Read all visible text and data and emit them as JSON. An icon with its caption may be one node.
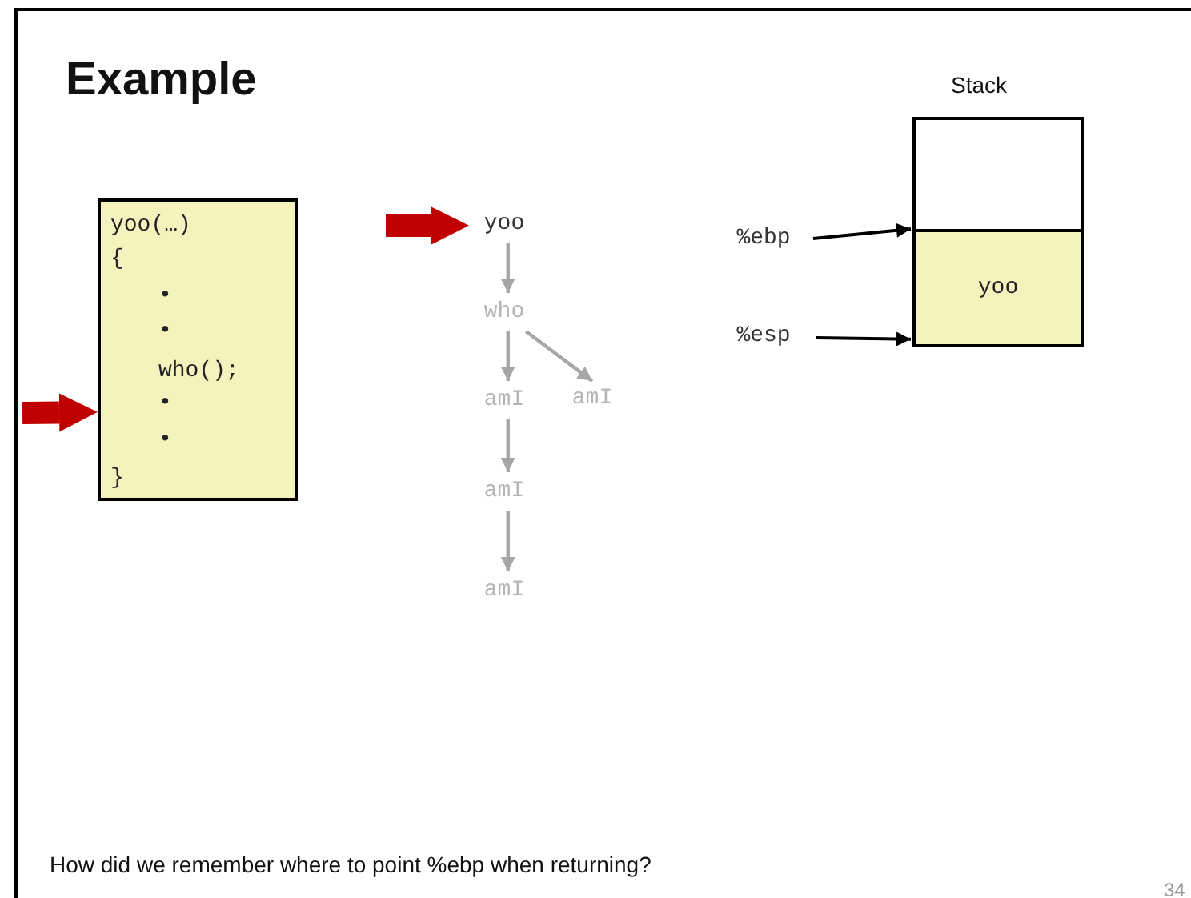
{
  "diagram": {
    "title": "Example",
    "nodes": [
      {
        "text": [
          "yoo(…)",
          "{",
          "•",
          "•",
          "who();",
          "•",
          "•",
          "}"
        ]
      },
      {
        "text": [
          "yoo"
        ]
      },
      {
        "text": [
          "who"
        ]
      },
      {
        "text": [
          "amI"
        ]
      },
      {
        "text": [
          "amI"
        ]
      },
      {
        "text": [
          "amI"
        ]
      },
      {
        "text": [
          "amI"
        ]
      },
      {
        "text": [],
        "shape": "box"
      },
      {
        "text": [
          "yoo"
        ]
      },
      {
        "text": [
          "%ebp"
        ]
      },
      {
        "text": [
          "%esp"
        ]
      }
    ],
    "edges": [
      {
        "from": null,
        "to": 0,
        "arrow": "to",
        "style": "thick",
        "color": "#c00000"
      },
      {
        "from": null,
        "to": 1,
        "arrow": "to",
        "style": "thick",
        "color": "#c00000"
      },
      {
        "from": 1,
        "to": 2,
        "arrow": "to",
        "color": "#a6a6a6"
      },
      {
        "from": 2,
        "to": 3,
        "arrow": "to",
        "color": "#a6a6a6"
      },
      {
        "from": 2,
        "to": 4,
        "arrow": "to",
        "color": "#a6a6a6"
      },
      {
        "from": 3,
        "to": 5,
        "arrow": "to",
        "color": "#a6a6a6"
      },
      {
        "from": 5,
        "to": 6,
        "arrow": "to",
        "color": "#a6a6a6"
      },
      {
        "from": 9,
        "to": 8,
        "arrow": "to",
        "color": "#000000"
      },
      {
        "from": 10,
        "to": 8,
        "arrow": "to",
        "color": "#000000"
      }
    ],
    "labels": [
      "Stack",
      "How did we remember where to point %ebp when returning?",
      "34"
    ]
  }
}
